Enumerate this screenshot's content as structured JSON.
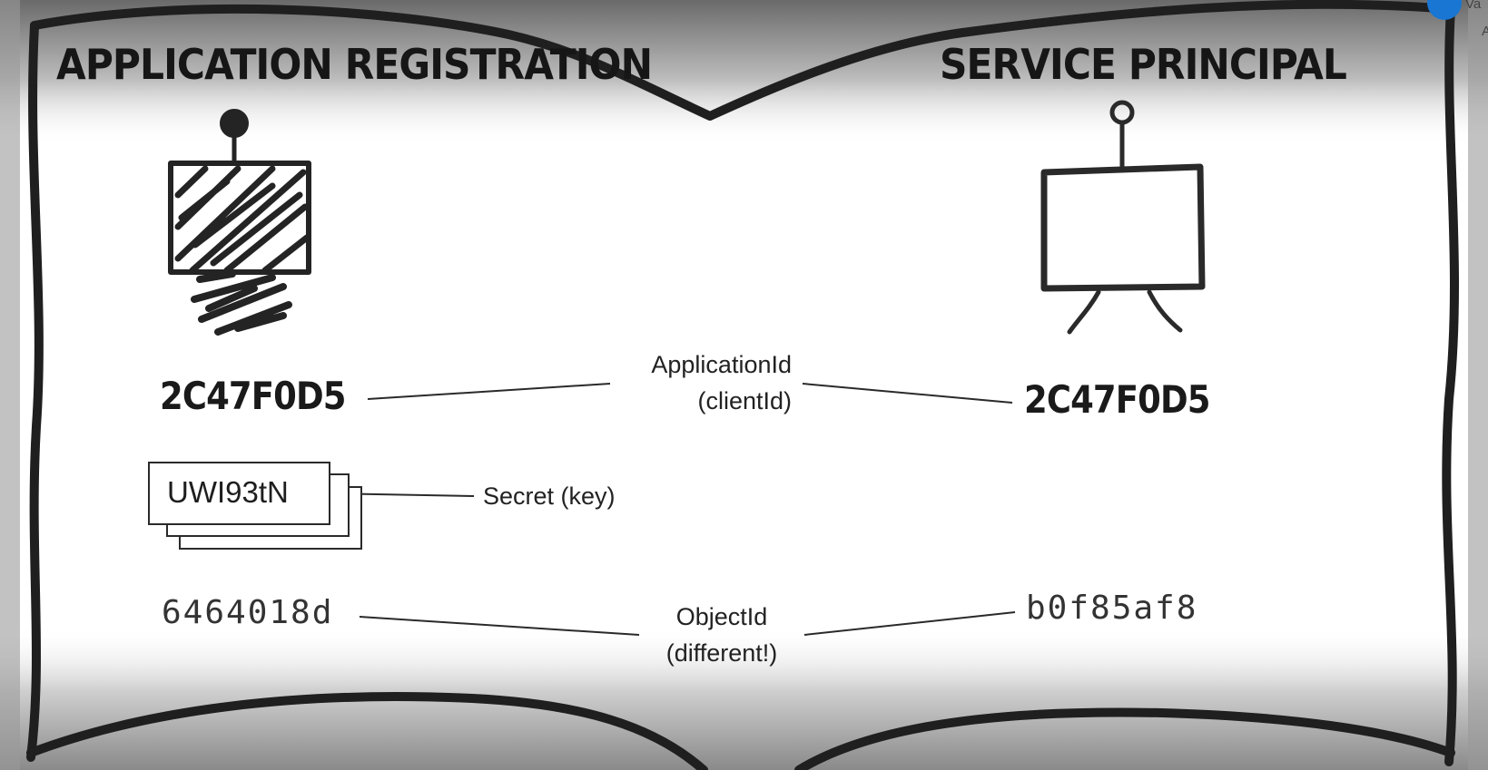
{
  "left": {
    "title": "APPLICATION REGISTRATION",
    "application_id": "2C47F0D5",
    "secret": "UWI93tN",
    "object_id": "6464018d"
  },
  "right": {
    "title": "SERVICE PRINCIPAL",
    "application_id": "2C47F0D5",
    "object_id": "b0f85af8"
  },
  "links": {
    "application_id_label": "ApplicationId",
    "application_id_sublabel": "(clientId)",
    "secret_label": "Secret (key)",
    "object_id_label": "ObjectId",
    "object_id_sublabel": "(different!)"
  },
  "corner": {
    "line1": "Va",
    "line2": "A"
  },
  "colors": {
    "ink": "#1a1a1a",
    "badge": "#1976d2"
  },
  "icons": {
    "left": "shaded-easel-icon",
    "right": "blank-easel-icon"
  }
}
